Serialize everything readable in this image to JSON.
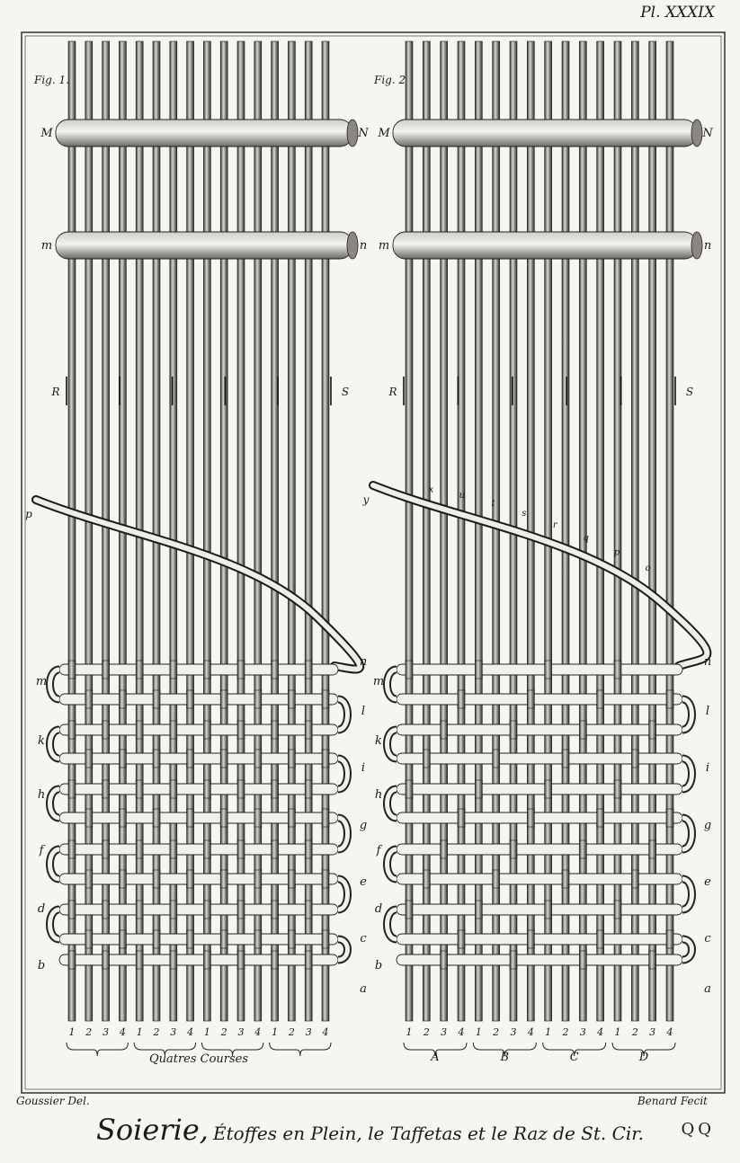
{
  "plate_number": "Pl. XXXIX",
  "title": {
    "main": "Soierie,",
    "sub": "Étoffes en Plein, le Taffetas et le Raz de St. Cir."
  },
  "plate_mark": "QQ",
  "credits": {
    "draughtsman": "Goussier Del.",
    "engraver": "Benard Fecit"
  },
  "figures": [
    {
      "id": "fig-1",
      "label": "Fig. 1.",
      "rod_upper": {
        "left": "M",
        "right": "N"
      },
      "rod_lower": {
        "left": "m",
        "right": "n"
      },
      "mark_left": "R",
      "mark_right": "S",
      "weft_start": "p",
      "pick_labels_left": [
        "m",
        "k",
        "h",
        "f",
        "d",
        "b"
      ],
      "pick_labels_right": [
        "n",
        "l",
        "i",
        "g",
        "e",
        "c",
        "a"
      ],
      "thread_numbers": [
        "1",
        "2",
        "3",
        "4",
        "1",
        "2",
        "3",
        "4",
        "1",
        "2",
        "3",
        "4",
        "1",
        "2",
        "3",
        "4"
      ],
      "group_labels": [
        "Quatres Courses"
      ]
    },
    {
      "id": "fig-2",
      "label": "Fig. 2.",
      "rod_upper": {
        "left": "M",
        "right": "N"
      },
      "rod_lower": {
        "left": "m",
        "right": "n"
      },
      "mark_left": "R",
      "mark_right": "S",
      "weft_start": "y",
      "weft_letters": [
        "x",
        "u",
        "t",
        "s",
        "r",
        "q",
        "p",
        "o"
      ],
      "pick_labels_left": [
        "m",
        "k",
        "h",
        "f",
        "d",
        "b"
      ],
      "pick_labels_right": [
        "n",
        "l",
        "i",
        "g",
        "e",
        "c",
        "a"
      ],
      "thread_numbers": [
        "1",
        "2",
        "3",
        "4",
        "1",
        "2",
        "3",
        "4",
        "1",
        "2",
        "3",
        "4",
        "1",
        "2",
        "3",
        "4"
      ],
      "group_labels": [
        "A",
        "B",
        "C",
        "D"
      ]
    }
  ]
}
